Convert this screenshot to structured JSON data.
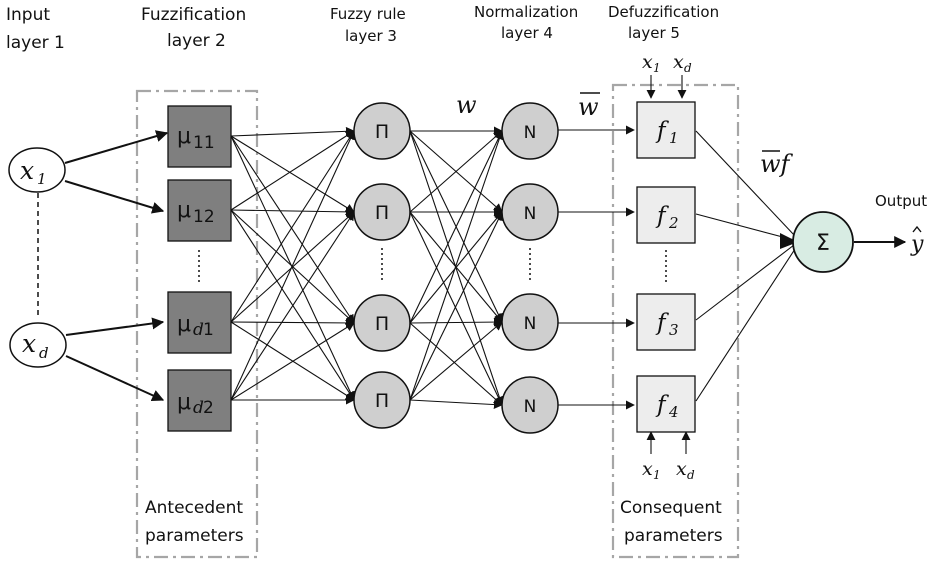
{
  "headers": {
    "input": [
      "Input",
      "layer 1"
    ],
    "fuzzification": [
      "Fuzzification",
      "layer 2"
    ],
    "rule": [
      "Fuzzy rule",
      "layer 3"
    ],
    "normalization": [
      "Normalization",
      "layer 4"
    ],
    "defuzzification": [
      "Defuzzification",
      "layer 5"
    ],
    "output": "Output"
  },
  "inputs": [
    {
      "var": "x",
      "sub": "1"
    },
    {
      "var": "x",
      "sub": "d"
    }
  ],
  "membership": [
    {
      "sym": "μ",
      "sub": "11",
      "sub_italic": ""
    },
    {
      "sym": "μ",
      "sub": "12",
      "sub_italic": ""
    },
    {
      "sym": "μ",
      "sub": "1",
      "sub_italic": "d"
    },
    {
      "sym": "μ",
      "sub": "2",
      "sub_italic": "d"
    }
  ],
  "rule_symbol": "Π",
  "norm_symbol": "N",
  "consequent_funcs": [
    {
      "var": "f",
      "sub": "1"
    },
    {
      "var": "f",
      "sub": "2"
    },
    {
      "var": "f",
      "sub": "3"
    },
    {
      "var": "f",
      "sub": "4"
    }
  ],
  "edge_labels": {
    "w": "w",
    "w_bar": "w",
    "wf": "wf"
  },
  "sum_symbol": "Σ",
  "output_symbol": "y",
  "consequent_inputs": [
    {
      "var": "x",
      "sub": "1"
    },
    {
      "var": "x",
      "sub": "d"
    }
  ],
  "box_labels": {
    "antecedent": [
      "Antecedent",
      "parameters"
    ],
    "consequent": [
      "Consequent",
      "parameters"
    ]
  },
  "colors": {
    "membership_fill": "#7f7f7f",
    "node_fill": "#cfcfcf",
    "func_fill": "#ededed",
    "sum_fill": "#d8ece3",
    "dash": "#a6a6a6"
  }
}
